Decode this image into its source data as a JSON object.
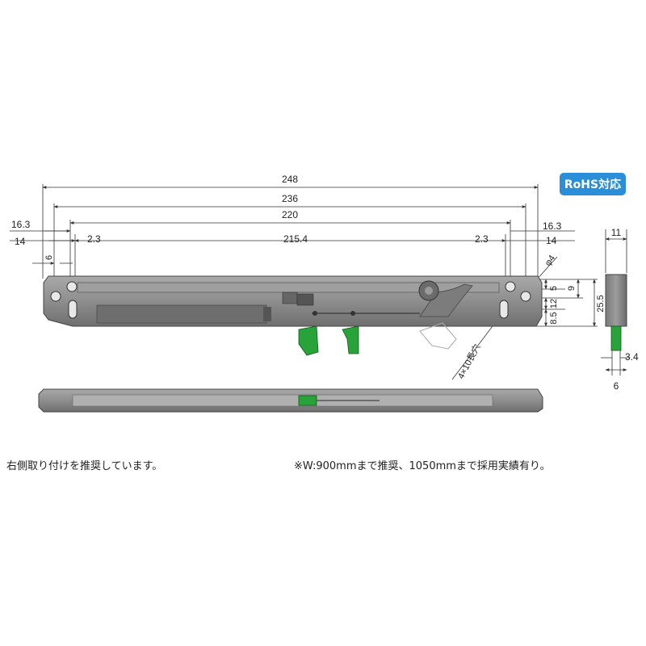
{
  "badge": {
    "label": "RoHS対応",
    "color": "#2a8fd8"
  },
  "dimensions": {
    "overall_248": "248",
    "pitch_236": "236",
    "pitch_220": "220",
    "left_16_3": "16.3",
    "left_14": "14",
    "left_2_3": "2.3",
    "center_215_4": "215.4",
    "right_2_3": "2.3",
    "right_16_3": "16.3",
    "right_14": "14",
    "left_6": "6",
    "hole_dia": "φ4",
    "v_5": "5",
    "v_9": "9",
    "v_25_5": "25.5",
    "v_12": "12",
    "v_8_5": "8.5",
    "slot_note": "4×10長穴",
    "side_11": "11",
    "side_3_4": "3.4",
    "side_6": "6"
  },
  "notes": {
    "left": "右側取り付けを推奨しています。",
    "right": "※W:900mmまで推奨、1050mmまで採用実績有り。"
  },
  "colors": {
    "body": "#8c8c8c",
    "body_dark": "#5a5a5a",
    "body_light": "#b8b8b8",
    "accent_green": "#27a33a",
    "line": "#333333"
  }
}
